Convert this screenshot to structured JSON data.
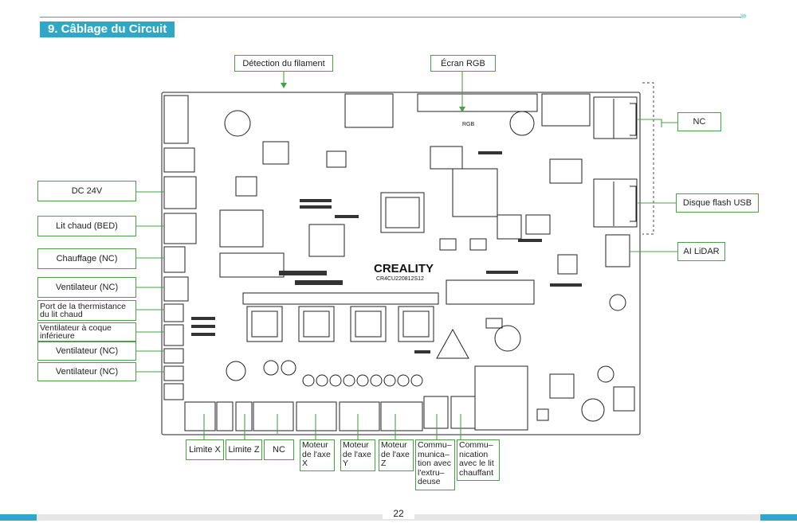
{
  "header": {
    "title": "9. Câblage du Circuit",
    "chevrons": "›››"
  },
  "board": {
    "brand": "CREALITY",
    "model": "CR4CU220812S12",
    "rgb_label": "RGB"
  },
  "labels": {
    "filament": "Détection du filament",
    "rgb_screen": "Écran RGB",
    "nc_top_right": "NC",
    "usb": "Disque flash USB",
    "lidar": "AI LiDAR",
    "dc24v": "DC 24V",
    "bed": "Lit chaud (BED)",
    "heating": "Chauffage (NC)",
    "fan1": "Ventilateur (NC)",
    "thermistor_1": "Port de la thermistance",
    "thermistor_2": "du lit chaud",
    "shell_fan_1": "Ventilateur à coque",
    "shell_fan_2": "inférieure",
    "fan2": "Ventilateur (NC)",
    "fan3": "Ventilateur (NC)",
    "limit_x": "Limite X",
    "limit_z": "Limite Z",
    "nc_bottom": "NC",
    "motor_x": [
      "Moteur",
      "de l'axe",
      "X"
    ],
    "motor_y": [
      "Moteur",
      "de l'axe",
      "Y"
    ],
    "motor_z": [
      "Moteur",
      "de l'axe",
      "Z"
    ],
    "extruder": [
      "Commu–",
      "munica–",
      "tion avec",
      "l'extru–",
      "deuse"
    ],
    "bed_comm": [
      "Commu–",
      "nication",
      "avec le lit",
      "chauffant"
    ]
  },
  "footer": {
    "page": "22"
  },
  "colors": {
    "accent": "#2ea7c8",
    "callout": "#4aa047",
    "line_art": "#222222"
  }
}
